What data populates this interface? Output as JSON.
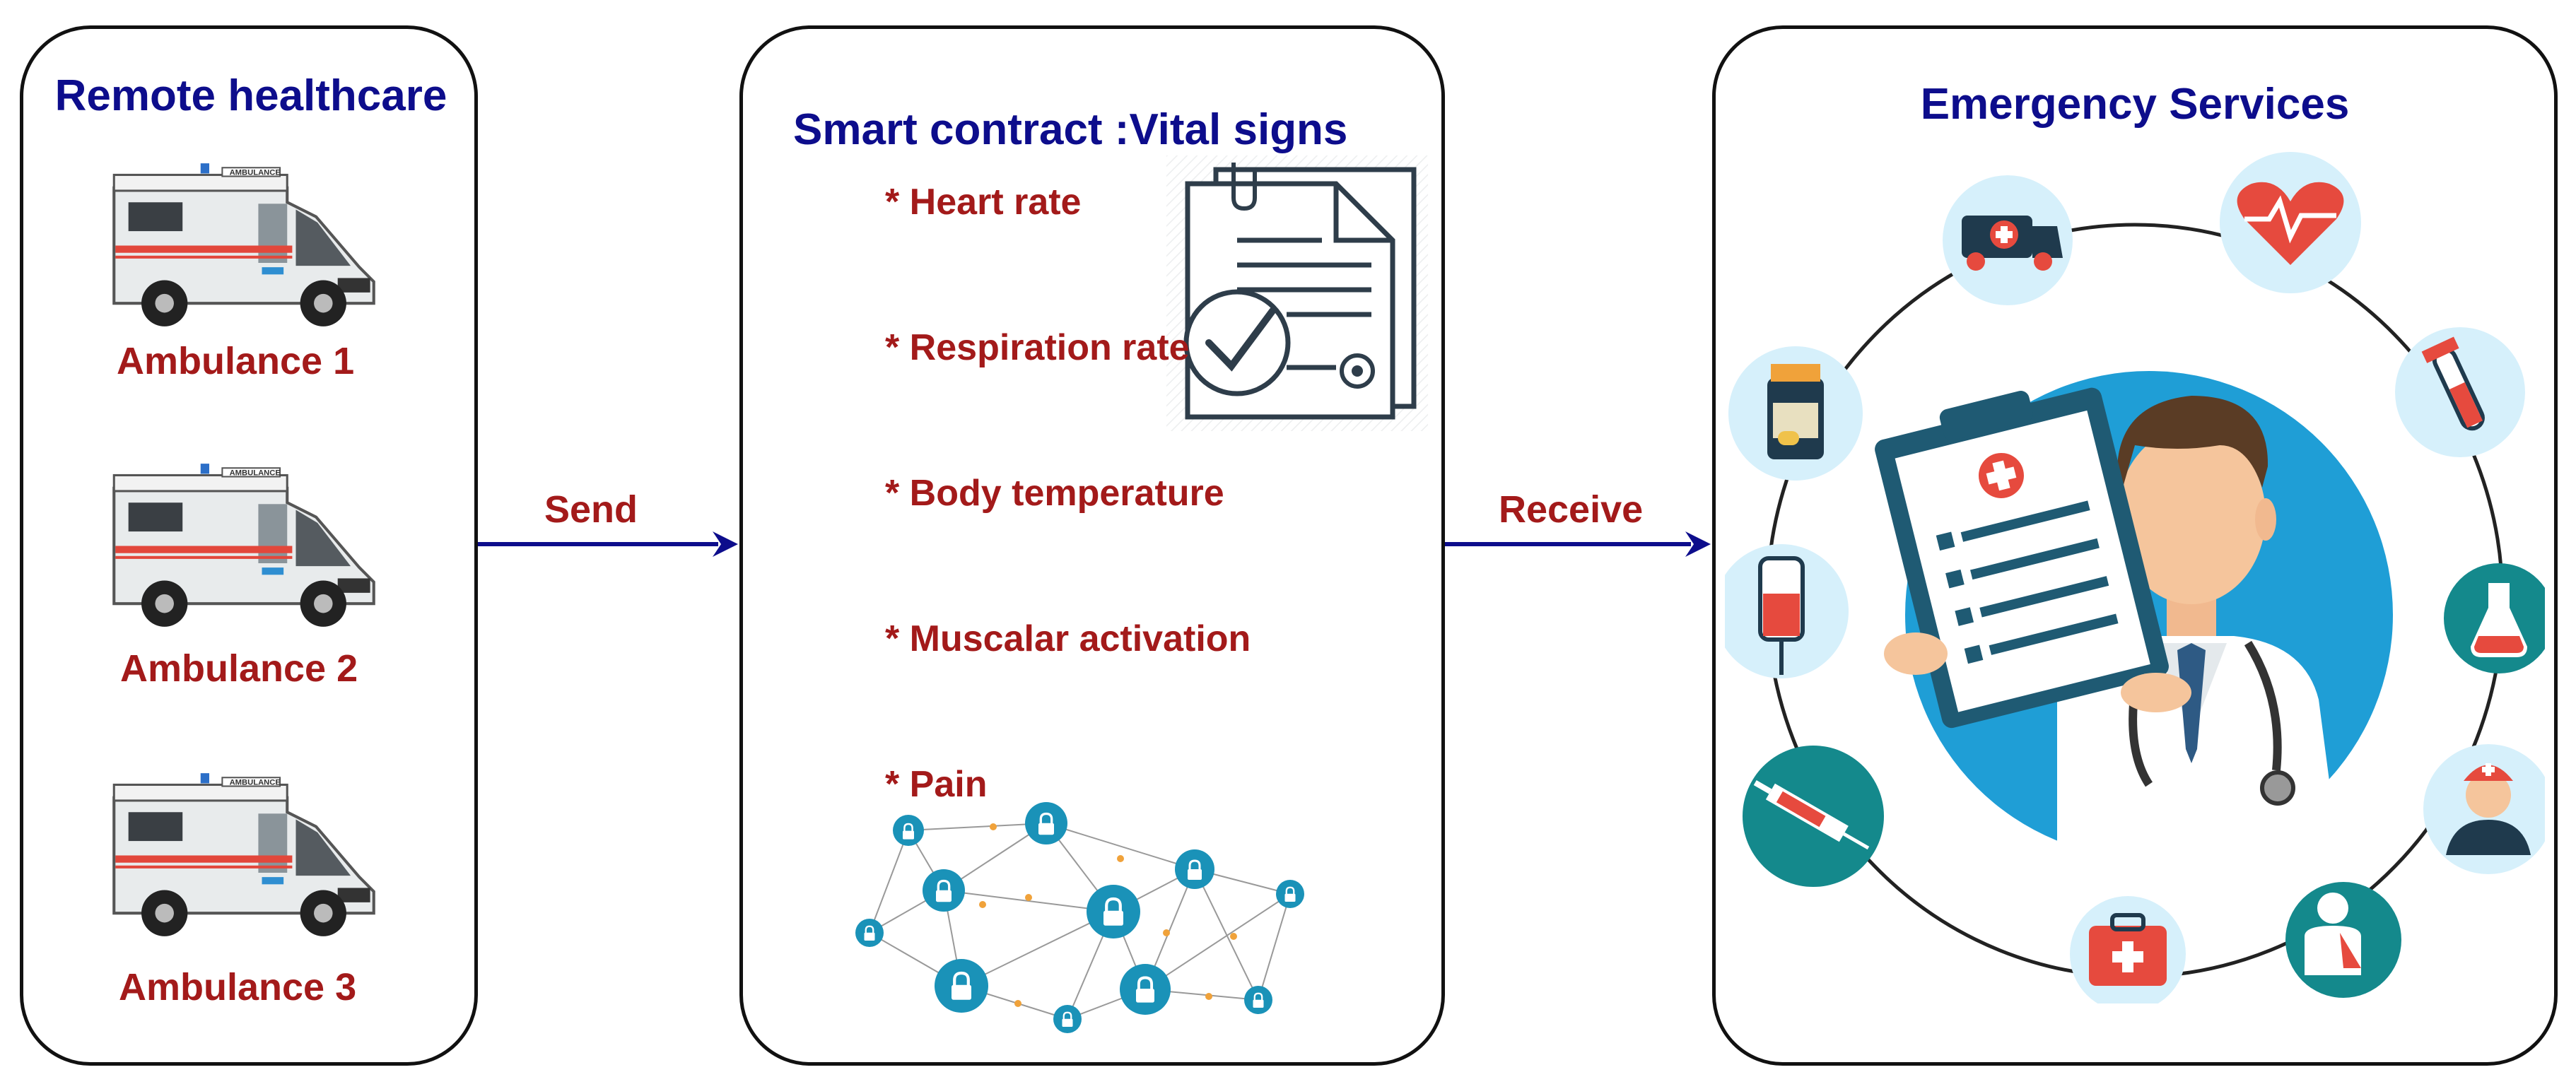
{
  "left": {
    "title": "Remote healthcare",
    "ambulances": [
      "Ambulance 1",
      "Ambulance 2",
      "Ambulance 3"
    ],
    "vehicle_text": "AMBULANCE"
  },
  "connectors": {
    "send": "Send",
    "receive": "Receive"
  },
  "middle": {
    "title": "Smart contract :Vital signs",
    "signs": [
      "* Heart rate",
      "* Respiration rate",
      "* Body temperature",
      "* Muscalar activation",
      "* Pain"
    ]
  },
  "right": {
    "title": "Emergency Services",
    "icons": [
      "ambulance-icon",
      "heart-rate-icon",
      "blood-test-tube-icon",
      "flask-icon",
      "nurse-icon",
      "patient-icon",
      "first-aid-kit-icon",
      "syringe-icon",
      "iv-drip-icon",
      "medicine-bottle-icon",
      "doctor-with-clipboard"
    ]
  },
  "colors": {
    "title": "#0d0d8c",
    "label": "#a31a1a",
    "arrow": "#0d0d8c",
    "icon_bg": "#d6f0fb",
    "teal": "#14898c",
    "sky": "#29a6d9"
  }
}
